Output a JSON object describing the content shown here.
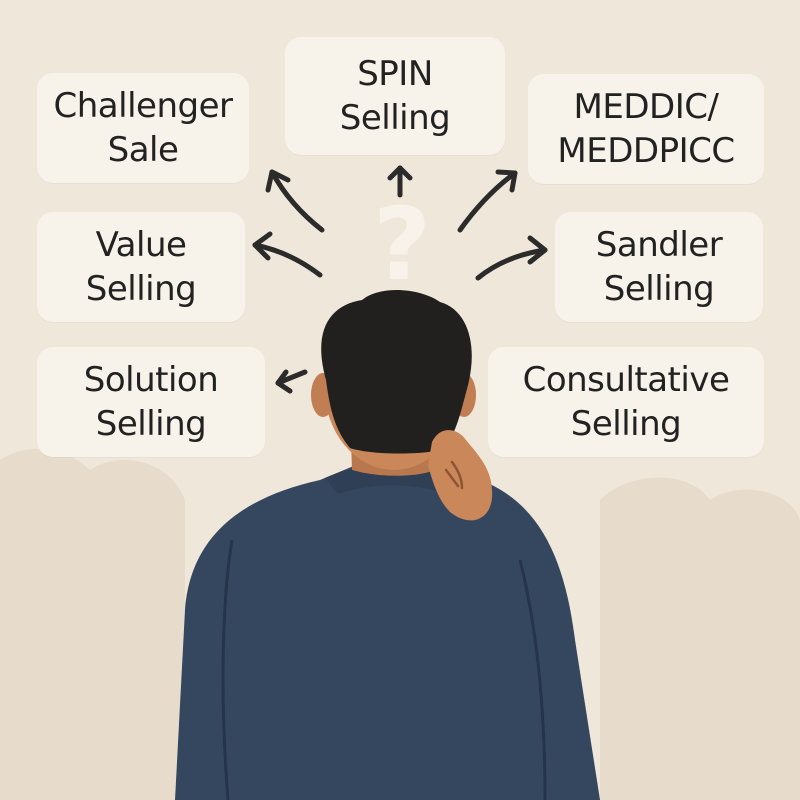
{
  "colors": {
    "background": "#efe7da",
    "card": "#f8f3ea",
    "text": "#222222",
    "shirt": "#35475f",
    "hair": "#22201f",
    "skin": "#c9875a",
    "arrow": "#2b2b2b"
  },
  "center_symbol": "?",
  "methods": [
    {
      "line1": "Challenger",
      "line2": "Sale"
    },
    {
      "line1": "SPIN",
      "line2": "Selling"
    },
    {
      "line1": "MEDDIC/",
      "line2": "MEDDPICC"
    },
    {
      "line1": "Value",
      "line2": "Selling"
    },
    {
      "line1": "Sandler",
      "line2": "Selling"
    },
    {
      "line1": "Solution",
      "line2": "Selling"
    },
    {
      "line1": "Consultative",
      "line2": "Selling"
    }
  ]
}
